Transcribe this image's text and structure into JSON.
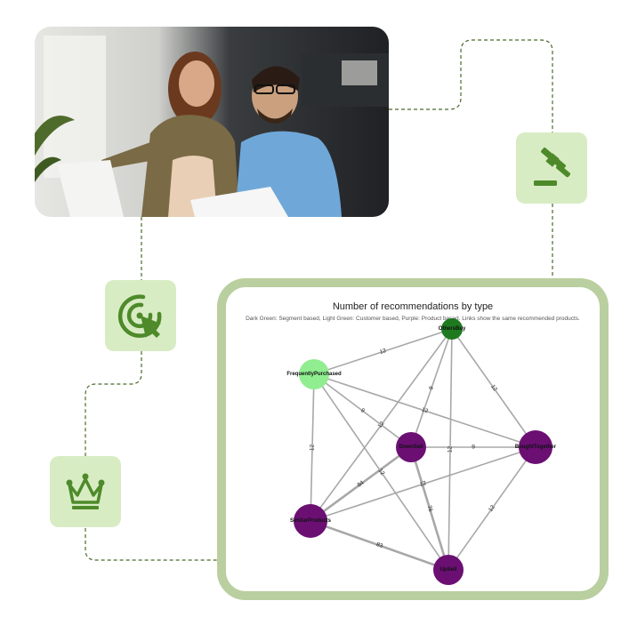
{
  "photo": {
    "alt": "Two colleagues reviewing documents together"
  },
  "icons": [
    {
      "name": "gavel-icon"
    },
    {
      "name": "target-click-icon"
    },
    {
      "name": "crown-icon"
    }
  ],
  "colors": {
    "tile": "#d8ecc4",
    "icon": "#4e8a2a",
    "card_border": "#b9cf9f",
    "connector": "#4a6b2a",
    "segment_based": "#1f7a1f",
    "customer_based": "#90ee90",
    "product_based": "#6b0f73",
    "edge": "#a8a8a8"
  },
  "chart": {
    "title": "Number of recommendations by type",
    "subtitle": "Dark Green: Segment based, Light Green: Customer based, Purple: Product based. Links show the same recommended products."
  },
  "chart_data": {
    "type": "network",
    "nodes": [
      {
        "id": "OthersBuy",
        "label": "OthersBuy",
        "group": "Segment based"
      },
      {
        "id": "FrequentlyPurchased",
        "label": "FrequentlyPurchased",
        "group": "Customer based"
      },
      {
        "id": "DownSell",
        "label": "DownSell",
        "group": "Product based"
      },
      {
        "id": "BoughtTogether",
        "label": "BoughtTogether",
        "group": "Product based"
      },
      {
        "id": "SimilarProducts",
        "label": "SimilarProducts",
        "group": "Product based"
      },
      {
        "id": "UpSell",
        "label": "UpSell",
        "group": "Product based"
      }
    ],
    "edges": [
      {
        "source": "FrequentlyPurchased",
        "target": "OthersBuy",
        "value": 12,
        "label": "12"
      },
      {
        "source": "OthersBuy",
        "target": "DownSell",
        "value": 9,
        "label": "9"
      },
      {
        "source": "OthersBuy",
        "target": "BoughtTogether",
        "value": 12,
        "label": "12"
      },
      {
        "source": "OthersBuy",
        "target": "UpSell",
        "value": 12,
        "label": "12"
      },
      {
        "source": "OthersBuy",
        "target": "SimilarProducts",
        "value": 12,
        "label": "12"
      },
      {
        "source": "FrequentlyPurchased",
        "target": "DownSell",
        "value": 9,
        "label": "9"
      },
      {
        "source": "FrequentlyPurchased",
        "target": "BoughtTogether",
        "value": 12,
        "label": "12"
      },
      {
        "source": "FrequentlyPurchased",
        "target": "SimilarProducts",
        "value": 12,
        "label": "12"
      },
      {
        "source": "FrequentlyPurchased",
        "target": "UpSell",
        "value": 12,
        "label": "12"
      },
      {
        "source": "DownSell",
        "target": "BoughtTogether",
        "value": 9,
        "label": "9"
      },
      {
        "source": "DownSell",
        "target": "SimilarProducts",
        "value": 84,
        "label": "84"
      },
      {
        "source": "DownSell",
        "target": "UpSell",
        "value": 76,
        "label": "76"
      },
      {
        "source": "SimilarProducts",
        "target": "UpSell",
        "value": 83,
        "label": "83"
      },
      {
        "source": "SimilarProducts",
        "target": "BoughtTogether",
        "value": 12,
        "label": "12"
      },
      {
        "source": "BoughtTogether",
        "target": "UpSell",
        "value": 12,
        "label": "12"
      }
    ]
  }
}
